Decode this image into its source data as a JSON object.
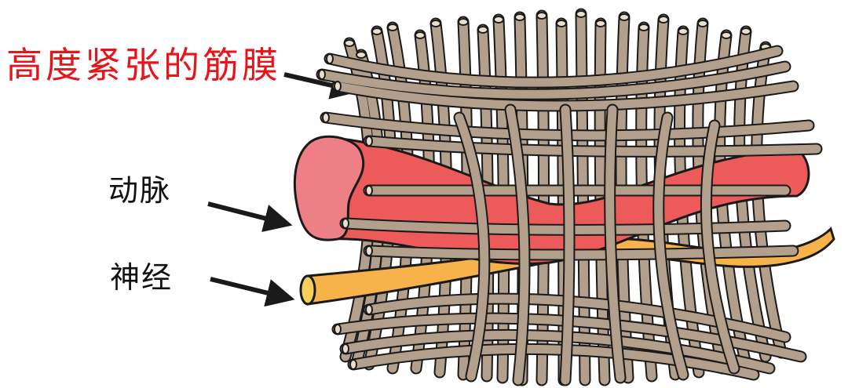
{
  "diagram": {
    "labels": [
      {
        "id": "fascia",
        "text": "高度紧张的筋膜",
        "color": "#e8141b"
      },
      {
        "id": "artery",
        "text": "动脉",
        "color": "#111111"
      },
      {
        "id": "nerve",
        "text": "神经",
        "color": "#111111"
      }
    ],
    "colors": {
      "fiber": "#b3a08c",
      "fiber_end": "#e9dfcf",
      "outline": "#1a1a1a",
      "artery": "#ec5a5a",
      "artery_end": "#ef7f86",
      "nerve": "#f7b24a",
      "nerve_end": "#f8cf5a",
      "arrow": "#1a1a1a"
    }
  }
}
